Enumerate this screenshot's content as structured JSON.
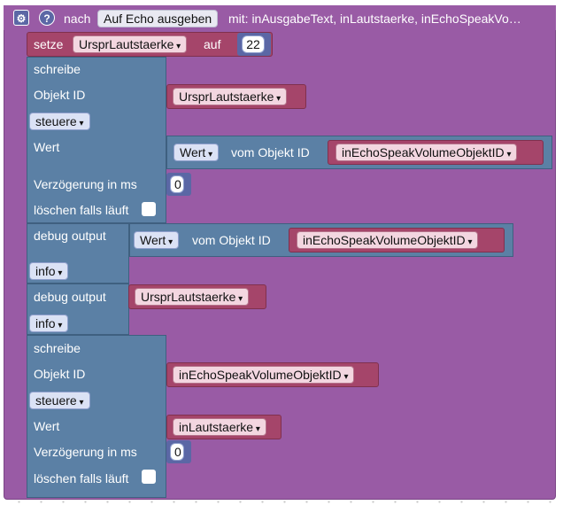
{
  "function_block": {
    "label": "nach",
    "function_name": "Auf Echo ausgeben",
    "params_label": "mit: inAusgabeText, inLautstaerke, inEchoSpeakVo…"
  },
  "set_var_block": {
    "label": "setze",
    "variable": "UrsprLautstaerke",
    "to_label": "auf",
    "value": "22"
  },
  "write_block_1": {
    "title": "schreibe",
    "object_id_label": "Objekt ID",
    "object_id_value": "UrsprLautstaerke",
    "mode": "steuere",
    "value_label": "Wert",
    "value_get": {
      "field": "Wert",
      "from_label": "vom Objekt ID",
      "object_id": "inEchoSpeakVolumeObjektID"
    },
    "delay_label": "Verzögerung in ms",
    "delay_value": "0",
    "clear_label": "löschen falls läuft"
  },
  "debug_block_1": {
    "label": "debug output",
    "get": {
      "field": "Wert",
      "from_label": "vom Objekt ID",
      "object_id": "inEchoSpeakVolumeObjektID"
    },
    "level": "info"
  },
  "debug_block_2": {
    "label": "debug output",
    "variable": "UrsprLautstaerke",
    "level": "info"
  },
  "write_block_2": {
    "title": "schreibe",
    "object_id_label": "Objekt ID",
    "object_id_value": "inEchoSpeakVolumeObjektID",
    "mode": "steuere",
    "value_label": "Wert",
    "value_variable": "inLautstaerke",
    "delay_label": "Verzögerung in ms",
    "delay_value": "0",
    "clear_label": "löschen falls läuft"
  },
  "colors": {
    "function_block": "#995ba5",
    "set_var_block": "#a5456a",
    "write_block": "#5b80a5",
    "debug_block": "#5b80a5",
    "number_block": "#5b67a5"
  }
}
